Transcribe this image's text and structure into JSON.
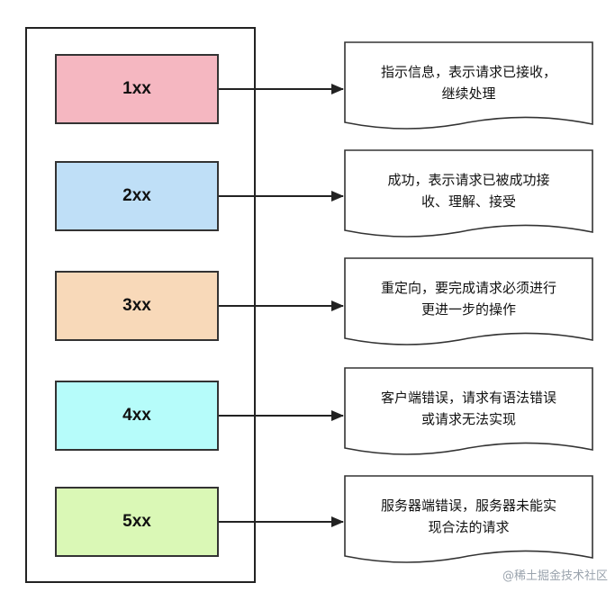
{
  "items": [
    {
      "code": "1xx",
      "color": "#f5b7c1",
      "desc_line1": "指示信息，表示请求已接收，",
      "desc_line2": "继续处理"
    },
    {
      "code": "2xx",
      "color": "#bfdff7",
      "desc_line1": "成功，表示请求已被成功接",
      "desc_line2": "收、理解、接受"
    },
    {
      "code": "3xx",
      "color": "#f8d9b9",
      "desc_line1": "重定向，要完成请求必须进行",
      "desc_line2": "更进一步的操作"
    },
    {
      "code": "4xx",
      "color": "#b6fcfa",
      "desc_line1": "客户端错误，请求有语法错误",
      "desc_line2": "或请求无法实现"
    },
    {
      "code": "5xx",
      "color": "#daf8b6",
      "desc_line1": "服务器端错误，服务器未能实",
      "desc_line2": "现合法的请求"
    }
  ],
  "watermark": "@稀土掘金技术社区"
}
